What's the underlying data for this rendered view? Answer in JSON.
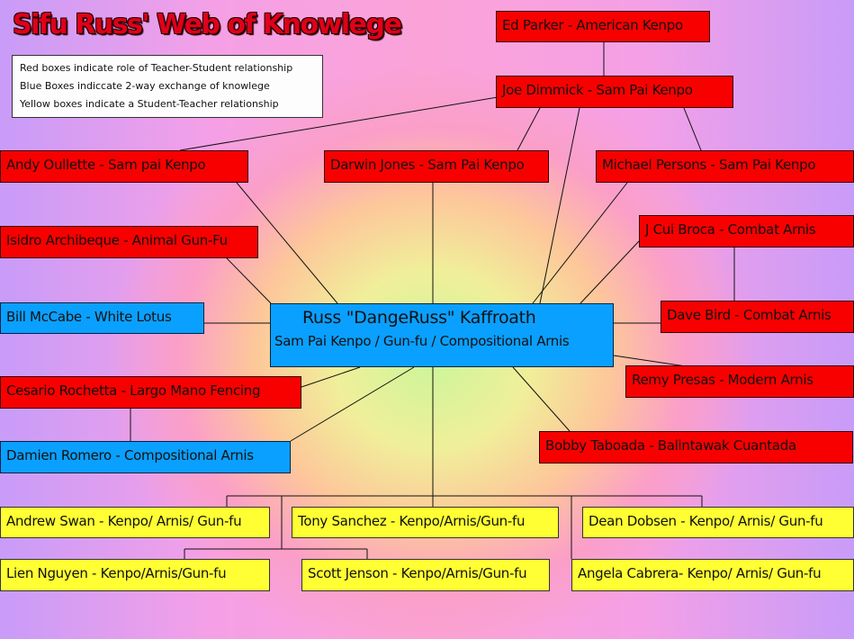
{
  "title": "Sifu Russ' Web of Knowlege",
  "legend": [
    "Red boxes indicate role of Teacher-Student relationship",
    "Blue Boxes indiccate 2-way exchange of knowlege",
    "Yellow boxes indicate a Student-Teacher relationship"
  ],
  "center": {
    "name": "Russ \"DangeRuss\" Kaffroath",
    "styles": "Sam Pai Kenpo / Gun-fu / Compositional Arnis"
  },
  "teachers": {
    "ed": "Ed Parker - American Kenpo",
    "joe": "Joe Dimmick - Sam Pai Kenpo",
    "andy": "Andy Oullette - Sam pai Kenpo",
    "darwin": "Darwin Jones - Sam Pai Kenpo",
    "michael": "Michael Persons - Sam Pai Kenpo",
    "isidro": "Isidro Archibeque - Animal Gun-Fu",
    "jcui": "J Cui Broca - Combat Arnis",
    "dave": "Dave Bird - Combat Arnis",
    "remy": "Remy Presas - Modern Arnis",
    "cesario": "Cesario Rochetta - Largo Mano Fencing",
    "bobby": "Bobby Taboada - Balintawak Cuantada"
  },
  "peers": {
    "bill": "Bill McCabe - White Lotus",
    "damien": "Damien Romero - Compositional Arnis"
  },
  "students": {
    "andrew": "Andrew Swan - Kenpo/ Arnis/ Gun-fu",
    "tony": "Tony Sanchez - Kenpo/Arnis/Gun-fu",
    "dean": "Dean Dobsen - Kenpo/ Arnis/ Gun-fu",
    "lien": "Lien Nguyen - Kenpo/Arnis/Gun-fu",
    "scott": "Scott Jenson - Kenpo/Arnis/Gun-fu",
    "angela": "Angela Cabrera- Kenpo/ Arnis/ Gun-fu"
  },
  "colors": {
    "teacher": "#f90000",
    "peer": "#0aa0ff",
    "student": "#ffff33"
  }
}
